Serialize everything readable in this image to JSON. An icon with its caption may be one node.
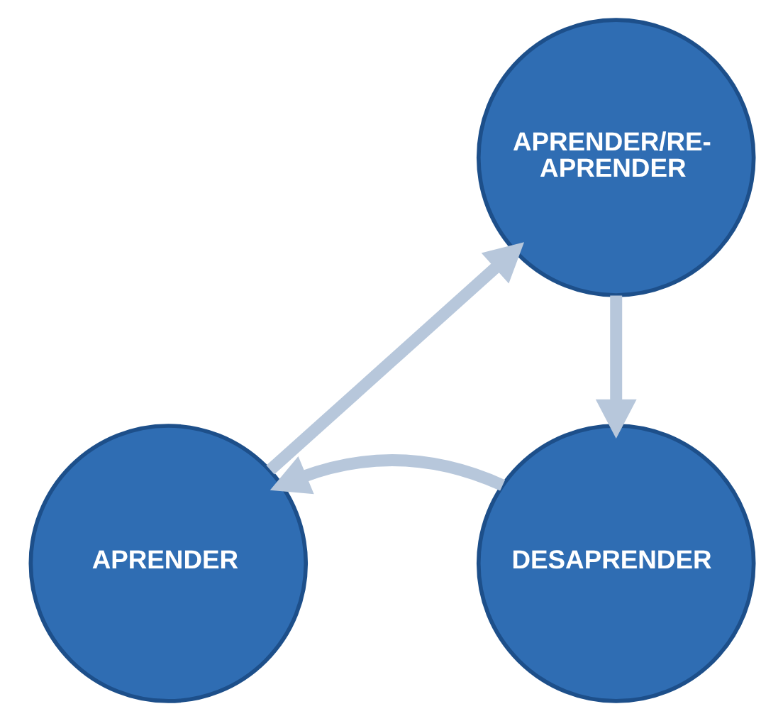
{
  "diagram": {
    "nodes": [
      {
        "text": [
          "APRENDER/RE-APRENDER"
        ]
      },
      {
        "text": [
          "DESAPRENDER"
        ]
      },
      {
        "text": [
          "APRENDER"
        ]
      }
    ],
    "edges": [
      {
        "from": 0,
        "to": 1,
        "arrow": "to"
      },
      {
        "from": 1,
        "to": 2,
        "arrow": "to"
      },
      {
        "from": 2,
        "to": 0,
        "arrow": "to"
      }
    ]
  }
}
